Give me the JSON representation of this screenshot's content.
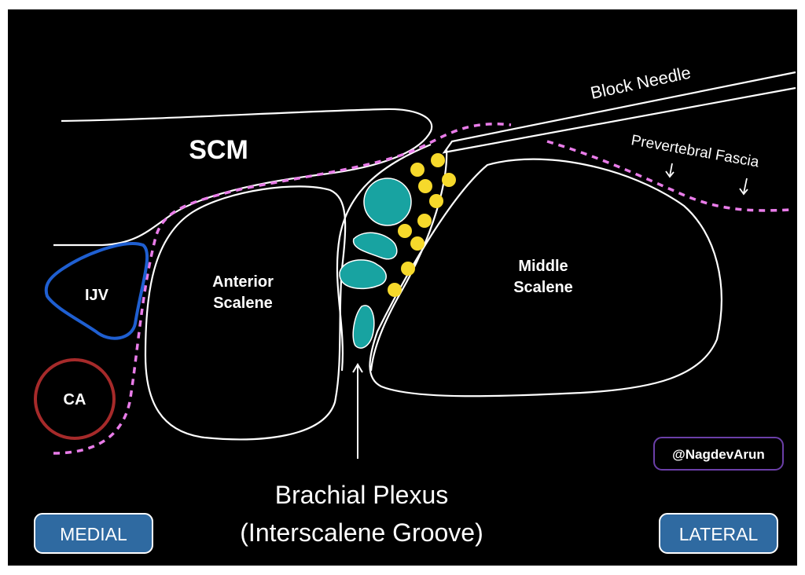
{
  "labels": {
    "scm": "SCM",
    "ijv": "IJV",
    "ca": "CA",
    "anterior_scalene_line1": "Anterior",
    "anterior_scalene_line2": "Scalene",
    "middle_scalene_line1": "Middle",
    "middle_scalene_line2": "Scalene",
    "block_needle": "Block Needle",
    "prevertebral_fascia": "Prevertebral Fascia",
    "brachial_plexus_line1": "Brachial Plexus",
    "brachial_plexus_line2": "(Interscalene Groove)",
    "handle": "@NagdevArun"
  },
  "badges": {
    "medial": "MEDIAL",
    "lateral": "LATERAL"
  },
  "colors": {
    "background": "#000000",
    "outline": "#ffffff",
    "ijv": "#1f5fd1",
    "ca": "#a62a2a",
    "fascia": "#e97ce9",
    "plexus_roots": "#18a3a1",
    "yellow_dots": "#f6d92b",
    "badge_fill": "#2f6aa1",
    "handle_border": "#6b3fa8"
  }
}
